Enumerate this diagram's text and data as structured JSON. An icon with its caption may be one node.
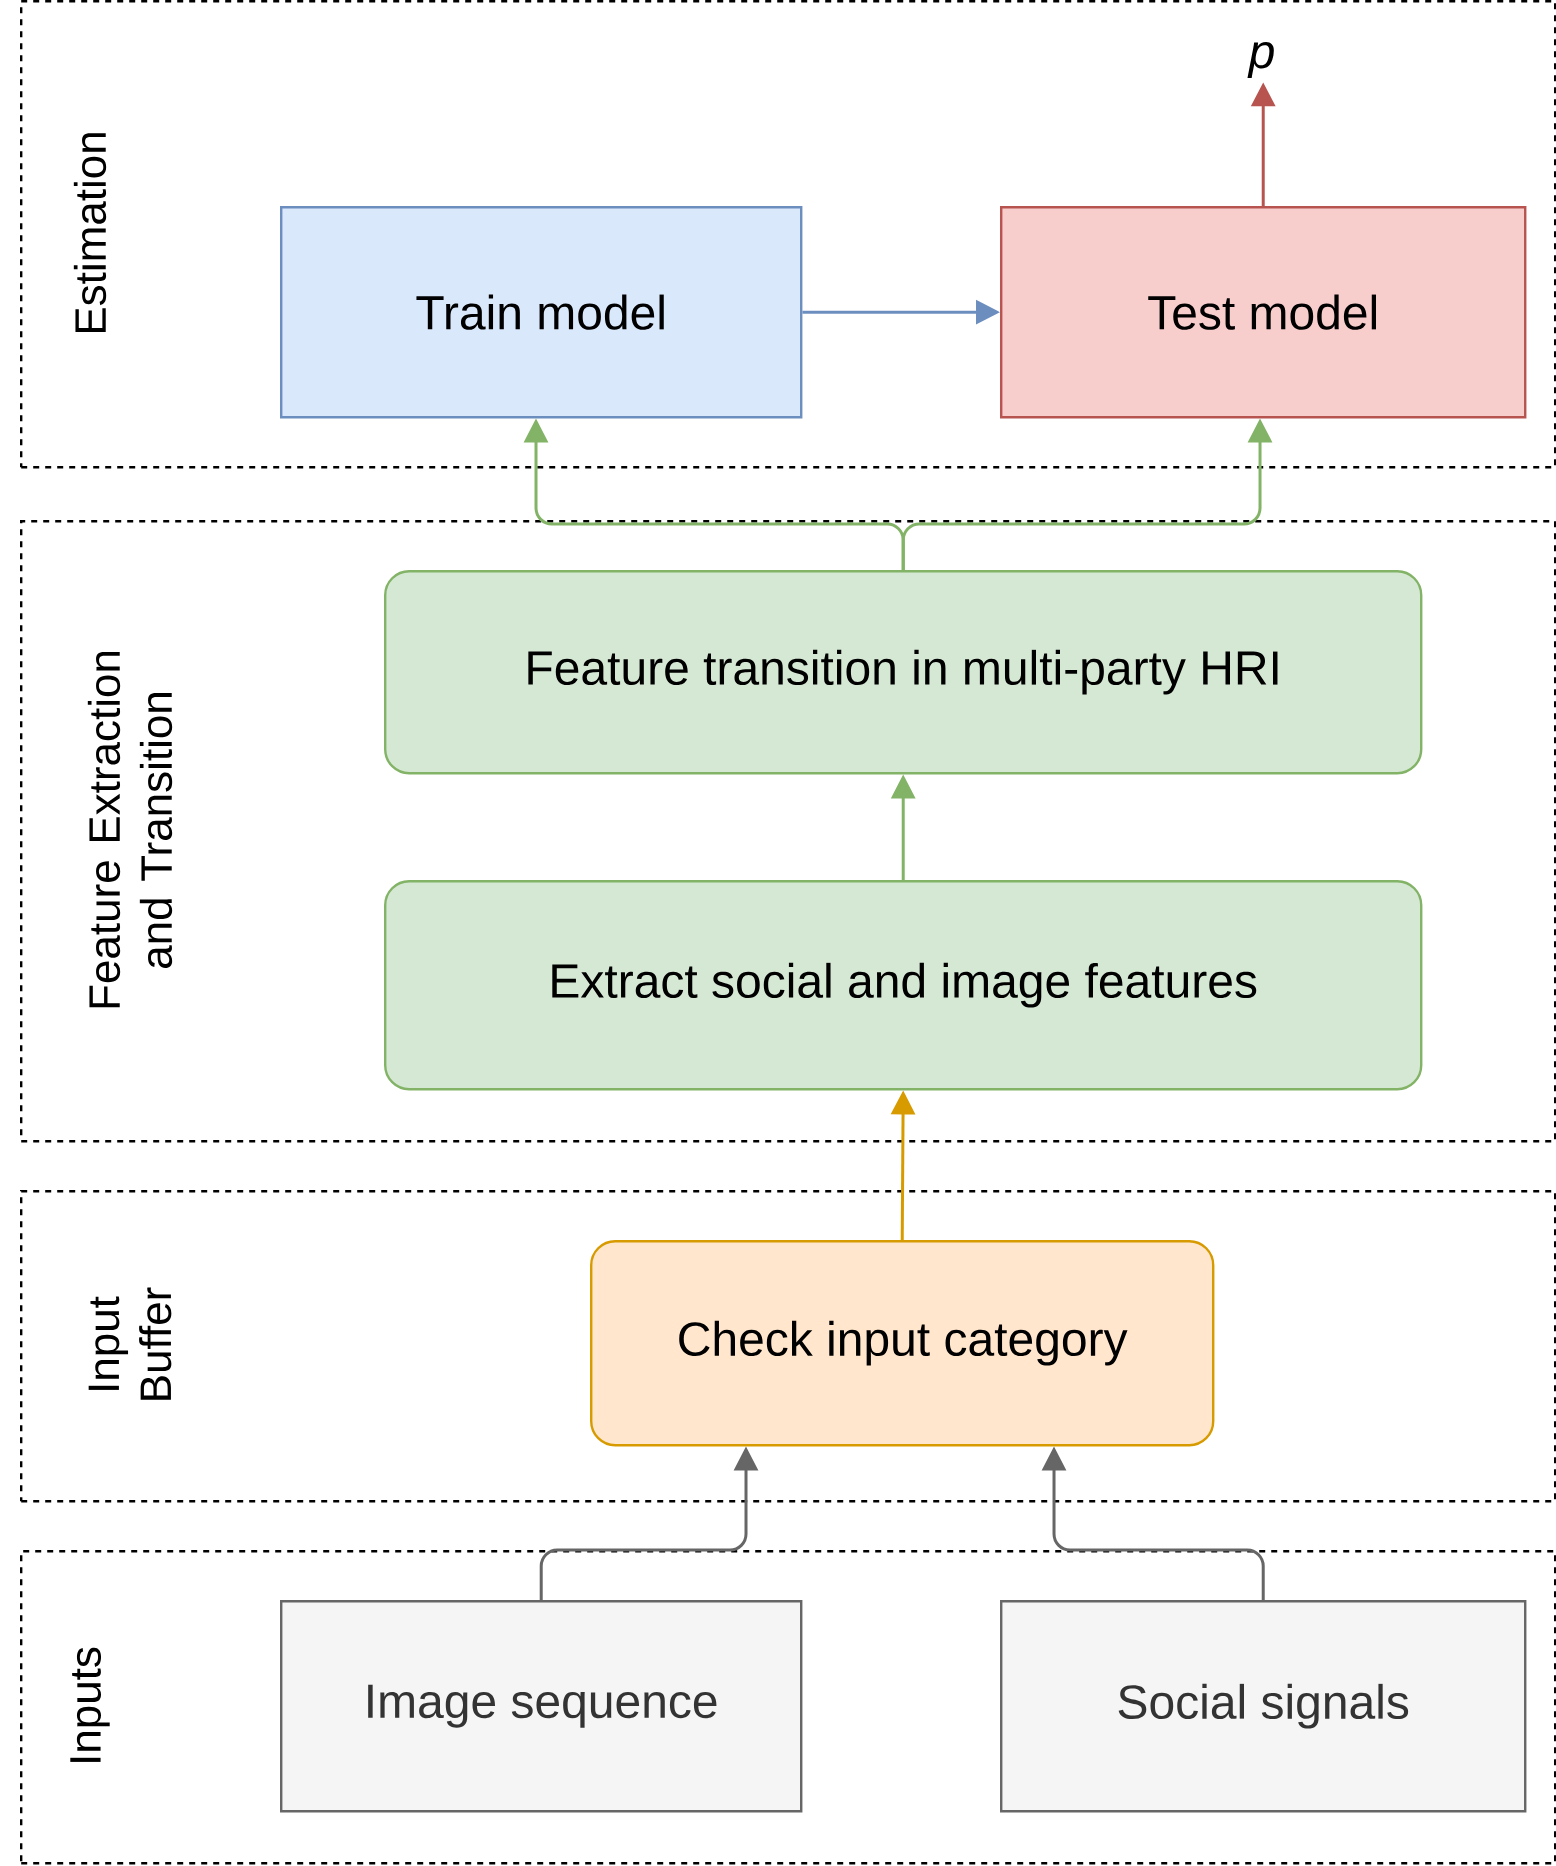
{
  "diagram": {
    "nodes": [
      {
        "text": [
          "Estimation"
        ]
      },
      {
        "text": [
          "Train model"
        ],
        "in": 0
      },
      {
        "text": [
          "Test model"
        ],
        "in": 0
      },
      {
        "text": [
          "p"
        ],
        "in": 0
      },
      {
        "text": [
          "Feature Extraction and Transition"
        ]
      },
      {
        "text": [
          "Feature transition in multi-party HRI"
        ],
        "in": 4
      },
      {
        "text": [
          "Extract social and image features"
        ],
        "in": 4
      },
      {
        "text": [
          "Input Buffer"
        ]
      },
      {
        "text": [
          "Check input category"
        ],
        "in": 7
      },
      {
        "text": [
          "Inputs"
        ]
      },
      {
        "text": [
          "Image sequence"
        ],
        "in": 9
      },
      {
        "text": [
          "Social signals"
        ],
        "in": 9
      }
    ],
    "edges": [
      {
        "from": 1,
        "to": 2,
        "arrow": "to",
        "color": "#6c8ebf"
      },
      {
        "from": 2,
        "to": 3,
        "arrow": "to",
        "color": "#b85450"
      },
      {
        "from": 5,
        "to": 1,
        "arrow": "to",
        "color": "#82b366"
      },
      {
        "from": 5,
        "to": 2,
        "arrow": "to",
        "color": "#82b366"
      },
      {
        "from": 6,
        "to": 5,
        "arrow": "to",
        "color": "#82b366"
      },
      {
        "from": 8,
        "to": 6,
        "arrow": "to",
        "color": "#d79b00"
      },
      {
        "from": 10,
        "to": 8,
        "arrow": "to",
        "color": "#666666"
      },
      {
        "from": 11,
        "to": 8,
        "arrow": "to",
        "color": "#666666"
      }
    ]
  }
}
